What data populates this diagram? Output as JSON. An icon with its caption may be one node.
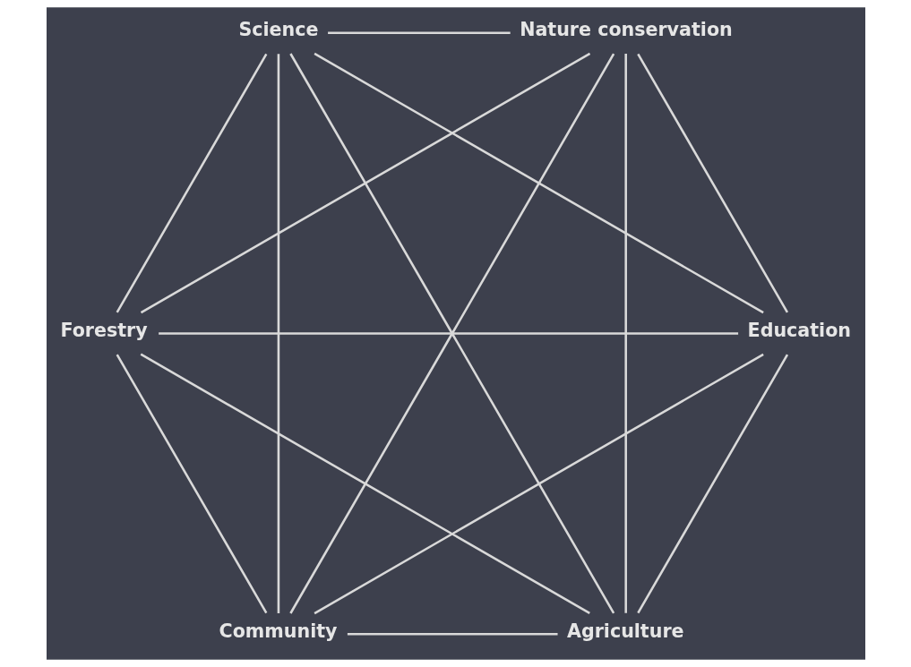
{
  "diagram": {
    "nodes": [
      {
        "text": [
          "Agriculture"
        ]
      },
      {
        "text": [
          "Education"
        ]
      },
      {
        "text": [
          "Forestry"
        ]
      },
      {
        "text": [
          "Science"
        ]
      },
      {
        "text": [
          "Nature conservation"
        ]
      },
      {
        "text": [
          "Community"
        ]
      }
    ],
    "edges": [
      {
        "from": 0,
        "to": 1,
        "arrow": "none"
      },
      {
        "from": 0,
        "to": 2,
        "arrow": "none"
      },
      {
        "from": 0,
        "to": 3,
        "arrow": "none"
      },
      {
        "from": 0,
        "to": 4,
        "arrow": "none"
      },
      {
        "from": 0,
        "to": 5,
        "arrow": "none"
      },
      {
        "from": 1,
        "to": 2,
        "arrow": "none"
      },
      {
        "from": 1,
        "to": 3,
        "arrow": "none"
      },
      {
        "from": 1,
        "to": 4,
        "arrow": "none"
      },
      {
        "from": 1,
        "to": 5,
        "arrow": "none"
      },
      {
        "from": 2,
        "to": 3,
        "arrow": "none"
      },
      {
        "from": 2,
        "to": 4,
        "arrow": "none"
      },
      {
        "from": 2,
        "to": 5,
        "arrow": "none"
      },
      {
        "from": 3,
        "to": 4,
        "arrow": "none"
      },
      {
        "from": 3,
        "to": 5,
        "arrow": "none"
      },
      {
        "from": 4,
        "to": 5,
        "arrow": "none"
      }
    ]
  }
}
